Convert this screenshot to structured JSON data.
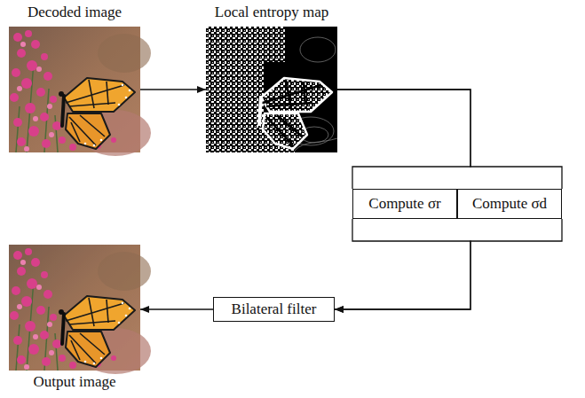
{
  "diagram": {
    "nodes": [
      {
        "text": [
          "Decoded image"
        ]
      },
      {
        "text": [
          "Local entropy map"
        ]
      },
      {
        "text": [
          "Compute σr"
        ]
      },
      {
        "text": [
          "Compute σd"
        ]
      },
      {
        "text": [
          "Bilateral filter"
        ]
      },
      {
        "text": [
          "Output image"
        ]
      }
    ],
    "edges": [
      {
        "from": 0,
        "to": 1,
        "arrow": "to"
      },
      {
        "from": 1,
        "to": 2,
        "arrow": "none"
      },
      {
        "from": 1,
        "to": 3,
        "arrow": "none"
      },
      {
        "from": 2,
        "to": 4,
        "arrow": "to"
      },
      {
        "from": 3,
        "to": 4,
        "arrow": "to"
      },
      {
        "from": 4,
        "to": 5,
        "arrow": "to"
      }
    ]
  }
}
